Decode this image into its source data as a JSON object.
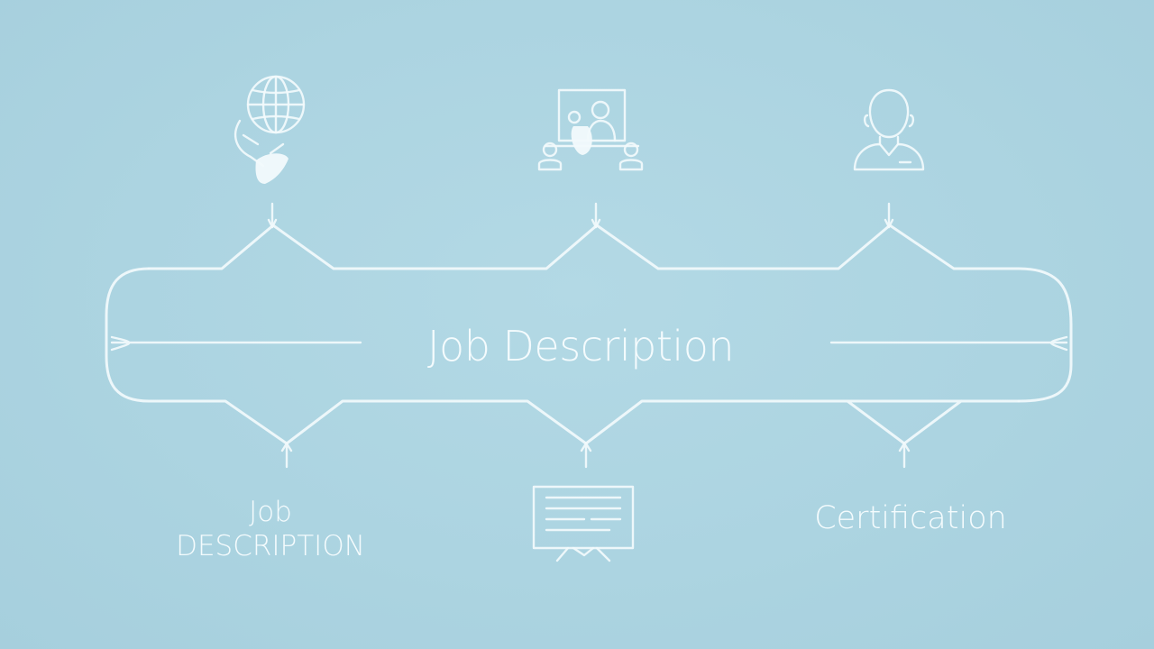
{
  "diagram": {
    "title": "Job Description",
    "top_icons": [
      {
        "icon": "globe-handshake-icon"
      },
      {
        "icon": "presentation-board-icon"
      },
      {
        "icon": "person-bust-icon"
      }
    ],
    "bottom_items": [
      {
        "line1": "Job",
        "line2": "DESCRIPTION"
      },
      {
        "icon": "monitor-text-icon"
      },
      {
        "label": "Certification"
      }
    ]
  },
  "colors": {
    "background": "#acd4e1",
    "stroke": "#f2fafc"
  }
}
